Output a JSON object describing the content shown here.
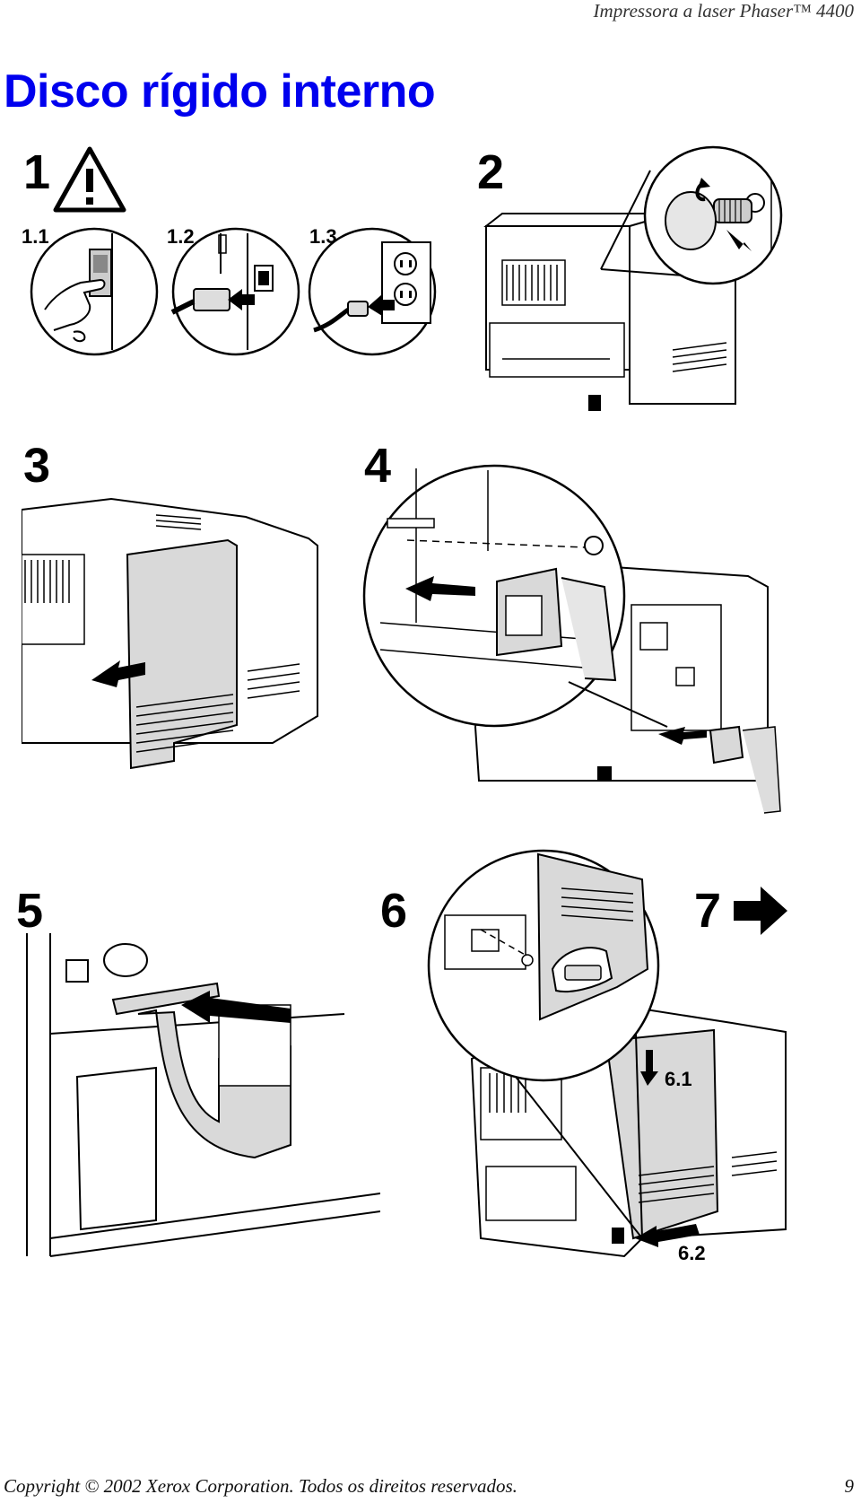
{
  "header": {
    "product": "Impressora a laser Phaser™ 4400"
  },
  "title": "Disco rígido interno",
  "steps": [
    {
      "number": "1",
      "substeps": [
        "1.1",
        "1.2",
        "1.3"
      ]
    },
    {
      "number": "2"
    },
    {
      "number": "3"
    },
    {
      "number": "4"
    },
    {
      "number": "5"
    },
    {
      "number": "6",
      "substeps": [
        "6.1",
        "6.2"
      ]
    },
    {
      "number": "7"
    }
  ],
  "icons": [
    "warning-icon",
    "next-arrow-icon"
  ],
  "colors": {
    "title": "#0000ee",
    "panel_fill": "#d9d9d9",
    "line": "#000000"
  },
  "footer": {
    "copyright": "Copyright © 2002 Xerox Corporation. Todos os direitos reservados.",
    "page_number": "9"
  }
}
